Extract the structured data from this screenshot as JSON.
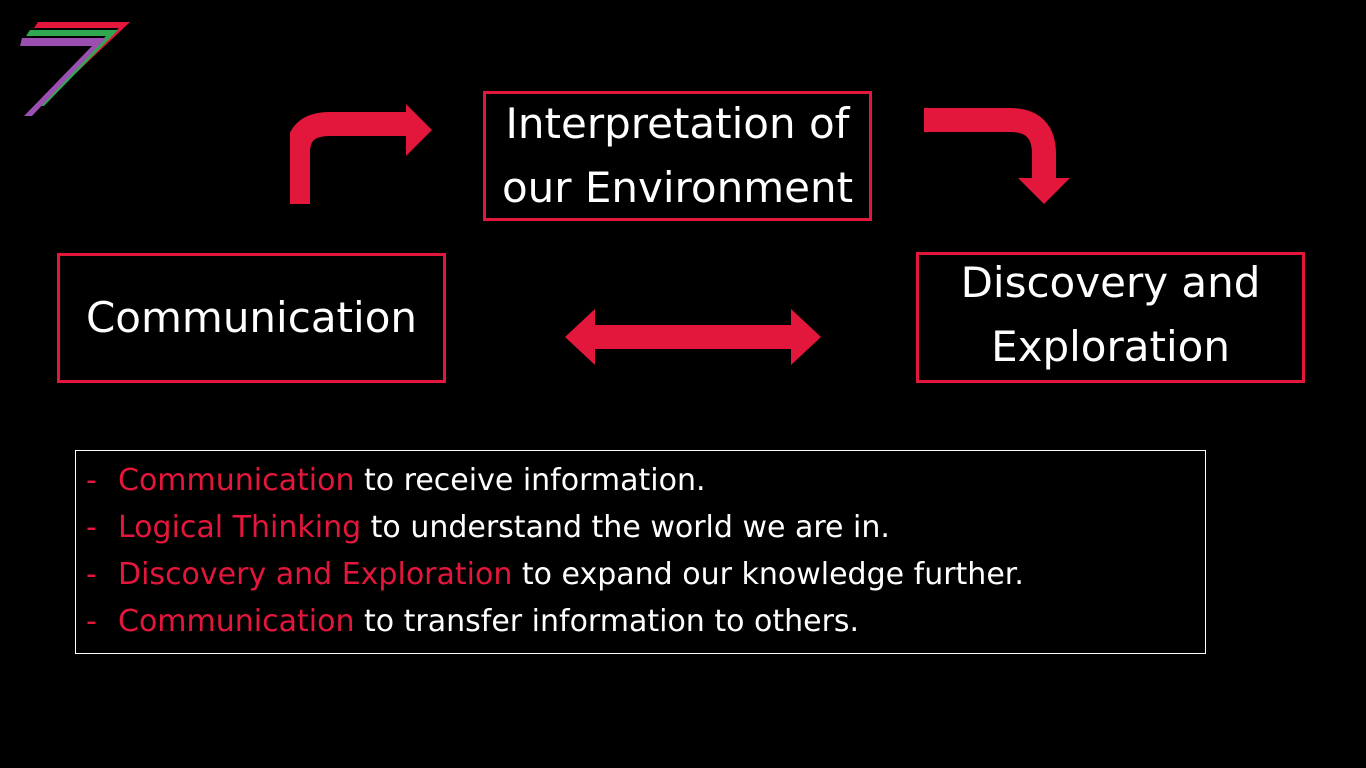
{
  "colors": {
    "accent": "#e3173b",
    "background": "#000000",
    "text": "#ffffff"
  },
  "logo": {
    "icon": "seven-stripes-logo-icon",
    "stripe_colors": [
      "#e3173b",
      "#2fa84f",
      "#9b4fb0"
    ]
  },
  "diagram": {
    "nodes": {
      "interpretation": [
        "Interpretation of",
        "our Environment"
      ],
      "communication": [
        "Communication"
      ],
      "discovery": [
        "Discovery and",
        "Exploration"
      ]
    },
    "arrows": [
      {
        "from": "communication",
        "to": "interpretation",
        "icon": "curved-arrow-up-right-icon"
      },
      {
        "from": "interpretation",
        "to": "discovery",
        "icon": "curved-arrow-right-down-icon"
      },
      {
        "between": [
          "communication",
          "discovery"
        ],
        "icon": "double-headed-arrow-icon"
      }
    ]
  },
  "bullets": [
    {
      "dash": "-",
      "highlight": "Communication",
      "rest": " to receive information."
    },
    {
      "dash": "-",
      "highlight": "Logical Thinking",
      "rest": " to understand the world we are in."
    },
    {
      "dash": "-",
      "highlight": "Discovery and Exploration",
      "rest": " to expand our knowledge further."
    },
    {
      "dash": "-",
      "highlight": "Communication",
      "rest": " to transfer information to others."
    }
  ]
}
